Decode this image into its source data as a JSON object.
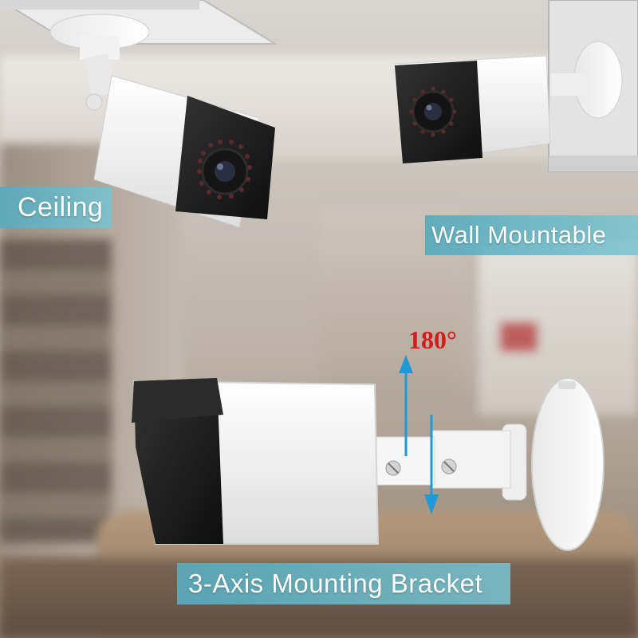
{
  "labels": {
    "ceiling": "Ceiling",
    "wall": "Wall Mountable",
    "angle": "180°",
    "bracket": "3-Axis Mounting Bracket"
  },
  "colors": {
    "label_bg": "#5aaabc",
    "angle_text": "#d21d1d",
    "arrow": "#1e9bd7",
    "camera_body": "#f4f4f4",
    "camera_front": "#1a1a1a"
  },
  "icons": {
    "arrow_up": "arrow-up-icon",
    "arrow_down": "arrow-down-icon"
  }
}
